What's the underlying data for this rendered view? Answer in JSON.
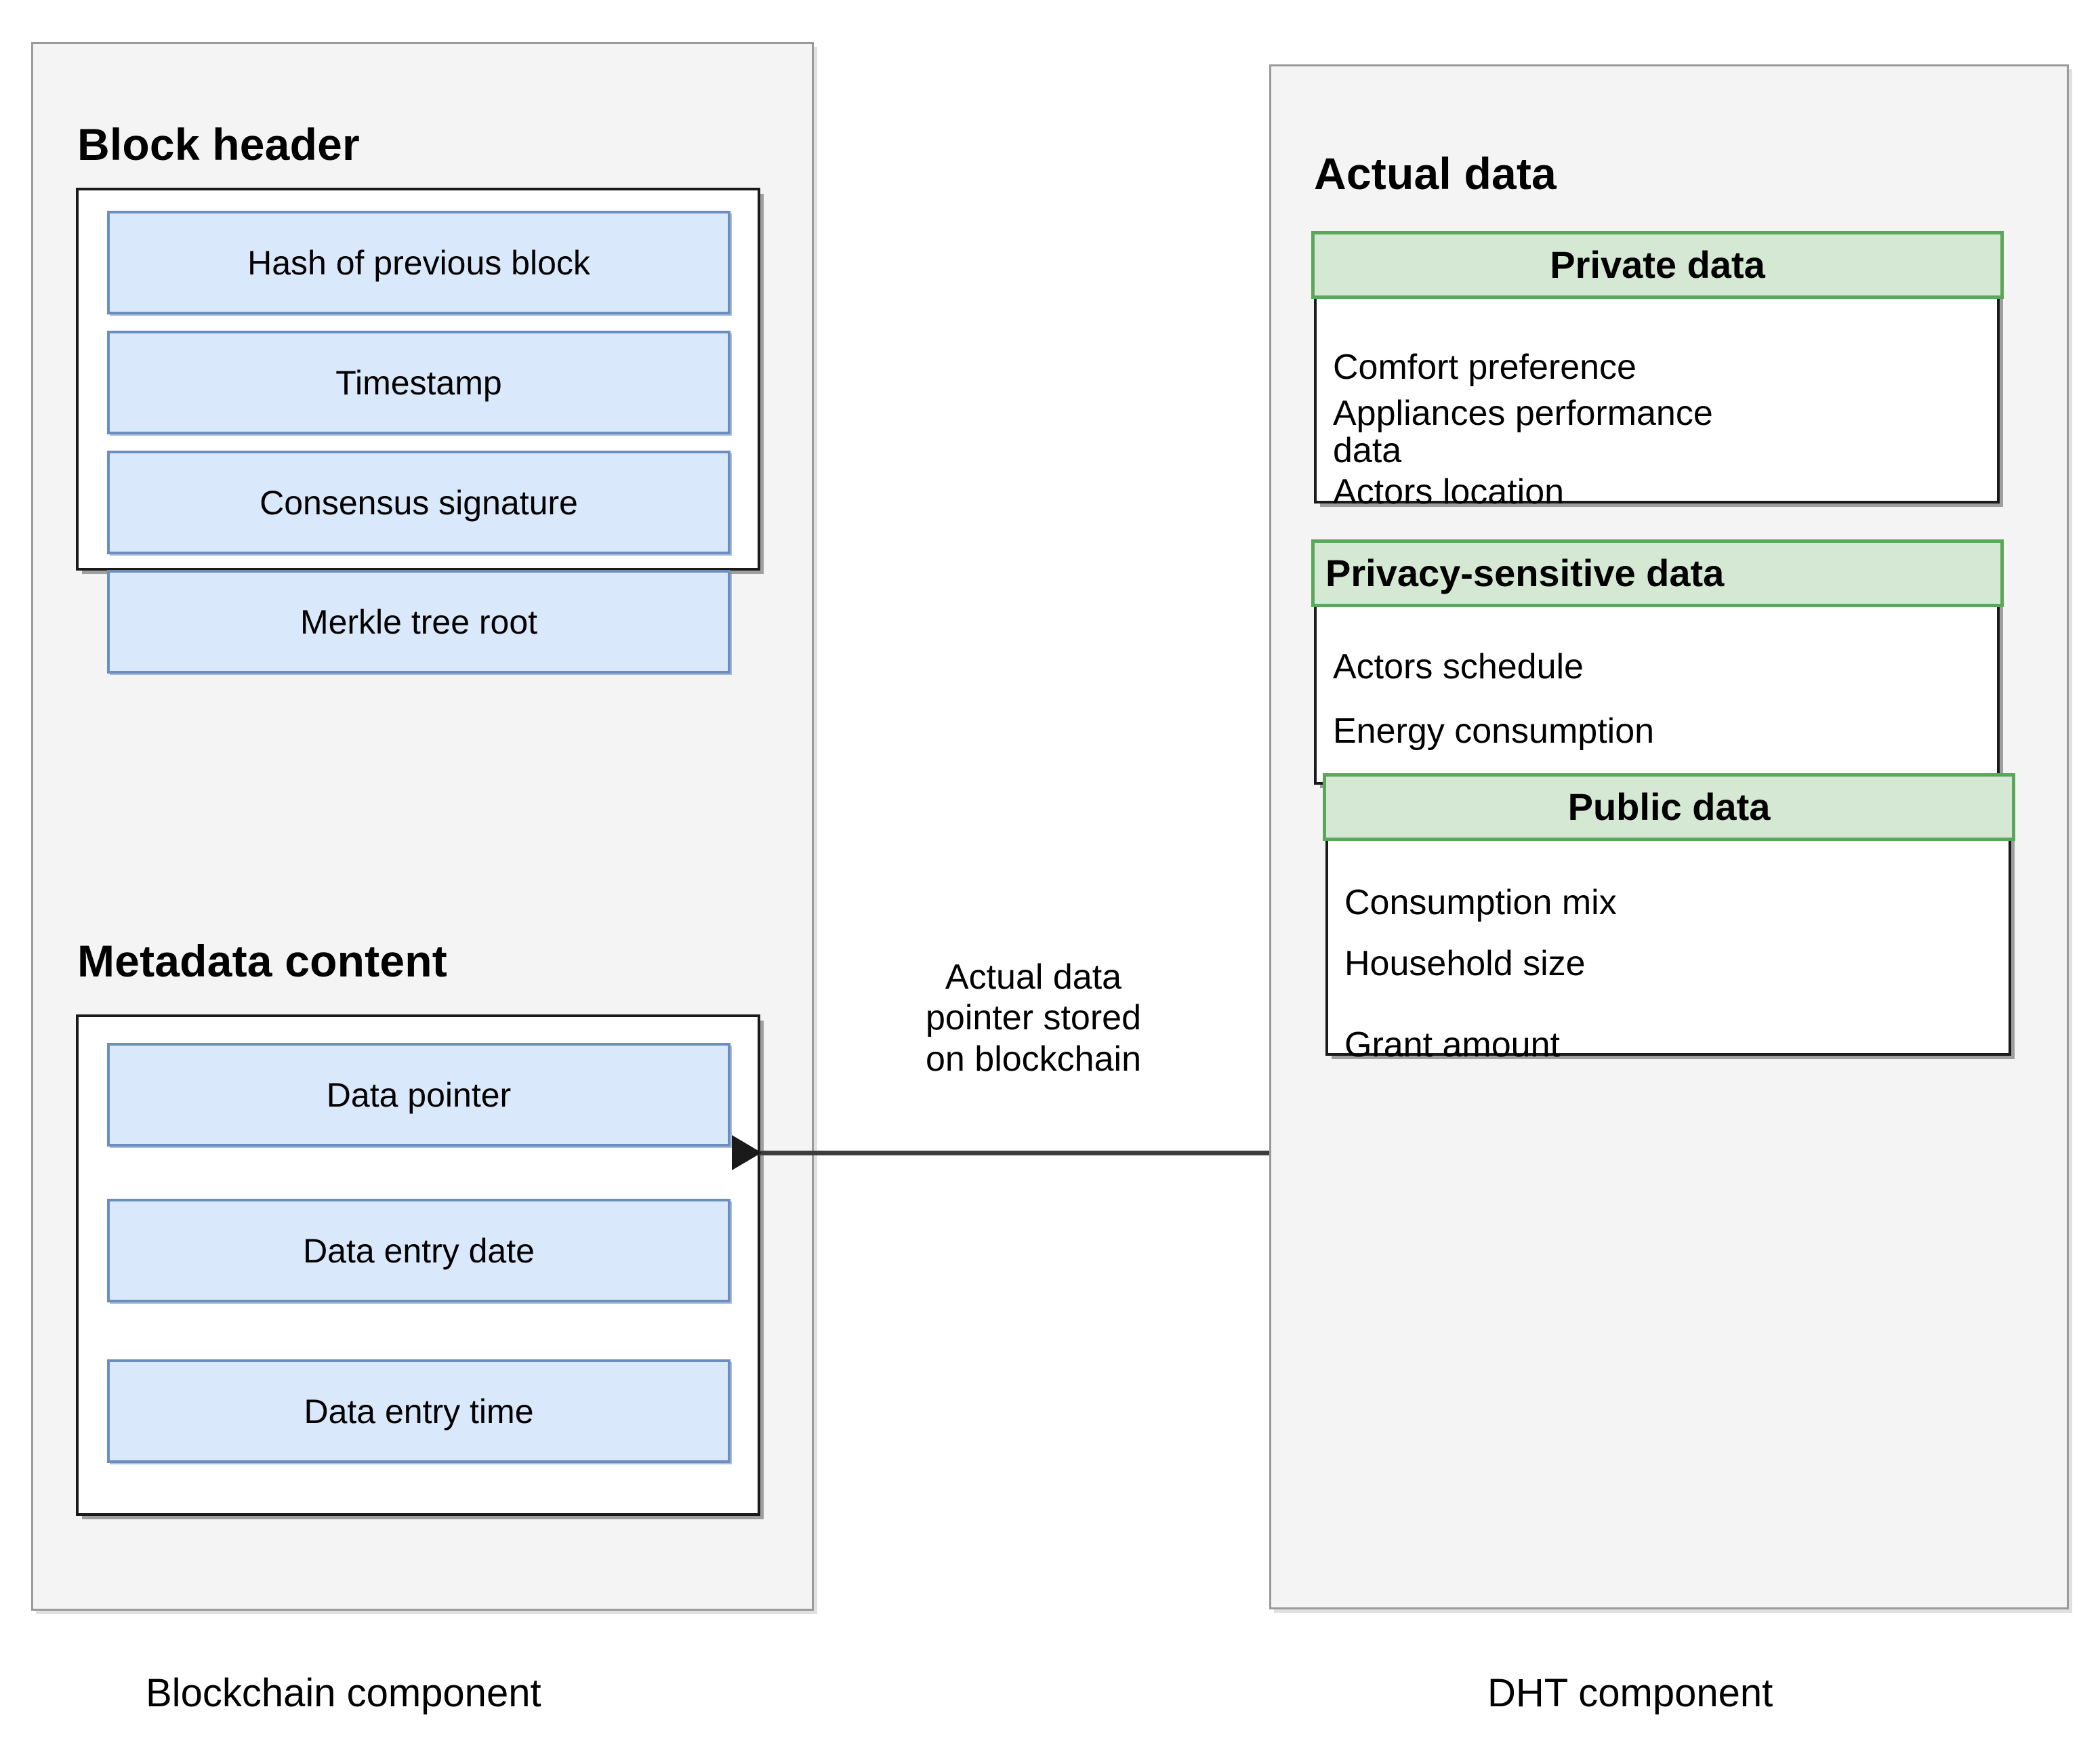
{
  "diagram": {
    "title_not_shown": "",
    "colors": {
      "panel_background": "#f4f4f4",
      "panel_border": "#9a9a9a",
      "inner_box_border": "#1a1a1a",
      "blue_fill": "#dae8fc",
      "blue_border": "#6c8ebf",
      "green_fill": "#d5e8d4",
      "green_border": "#5aa75a",
      "arrow": "#3d3d3d",
      "text": "#000000"
    }
  },
  "blockchain_component": {
    "caption": "Blockchain component",
    "sections": [
      {
        "title": "Block header",
        "fields": [
          {
            "label": "Hash of previous block"
          },
          {
            "label": "Timestamp"
          },
          {
            "label": "Consensus signature"
          },
          {
            "label": "Merkle tree root"
          }
        ]
      },
      {
        "title": "Metadata content",
        "fields": [
          {
            "label": "Data pointer"
          },
          {
            "label": "Data entry date"
          },
          {
            "label": "Data entry time"
          }
        ]
      }
    ]
  },
  "dht_component": {
    "caption": "DHT component",
    "title": "Actual data",
    "groups": [
      {
        "header": "Private data",
        "header_align": "center",
        "items": [
          "Comfort preference",
          "Appliances performance\ndata",
          " Actors location"
        ]
      },
      {
        "header": "Privacy-sensitive data",
        "header_align": "left",
        "items": [
          " Actors schedule",
          " Energy consumption"
        ]
      },
      {
        "header": "Public data",
        "header_align": "center",
        "items": [
          " Consumption mix",
          " Household size",
          "  Grant amount"
        ]
      }
    ]
  },
  "connector": {
    "label": "Actual data\npointer stored\non blockchain",
    "direction": "right-to-left"
  }
}
